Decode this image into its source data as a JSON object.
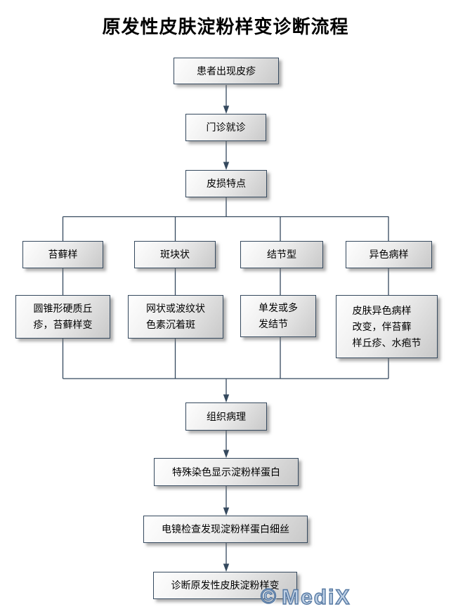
{
  "title": "原发性皮肤淀粉样变诊断流程",
  "nodes": {
    "patient_rash": "患者出现皮疹",
    "outpatient_visit": "门诊就诊",
    "lesion_features": "皮损特点",
    "lichenoid": "苔藓样",
    "plaque": "斑块状",
    "nodular": "结节型",
    "poikiloderma": "异色病样",
    "lichenoid_desc": "圆锥形硬质丘\n疹，苔藓样变",
    "plaque_desc": "网状或波纹状\n色素沉着斑",
    "nodular_desc": "单发或多\n发结节",
    "poikiloderma_desc": "皮肤异色病样\n改变，伴苔藓\n样丘疹、水疱节",
    "histopathology": "组织病理",
    "special_stain": "特殊染色显示淀粉样蛋白",
    "electron_microscopy": "电镜检查发现淀粉样蛋白细丝",
    "diagnosis": "诊断原发性皮肤淀粉样变"
  },
  "watermark": {
    "symbol": "©",
    "brand": "MediX"
  },
  "colors": {
    "line": "#35495e",
    "box-border": "#35495e",
    "watermark-fill": "#bdcfe4",
    "watermark-outline": "#5578a2"
  }
}
